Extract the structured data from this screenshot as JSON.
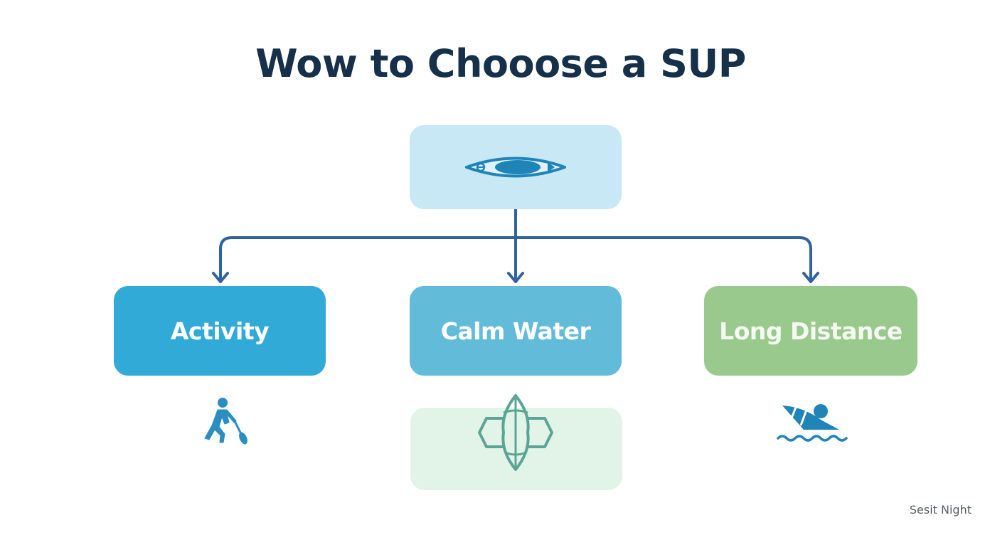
{
  "title": "Wow to Chooose a SUP",
  "nodes": {
    "root": {
      "icon": "sup-board-icon"
    },
    "activity": {
      "label": "Activity",
      "icon": "paddler-icon"
    },
    "calm_water": {
      "label": "Calm Water",
      "icon": "board-fins-icon"
    },
    "long_distance": {
      "label": "Long Distance",
      "icon": "kayaker-waves-icon"
    }
  },
  "edges": [
    {
      "from": "root",
      "to": "activity"
    },
    {
      "from": "root",
      "to": "calm_water"
    },
    {
      "from": "root",
      "to": "long_distance"
    }
  ],
  "colors": {
    "title": "#16304a",
    "arrow": "#2f63a0",
    "root_box": "#c9e8f5",
    "activity_box": "#31aad7",
    "calm_water_box": "#62bbd8",
    "long_distance_box": "#9ac98e",
    "bottom_box": "#e2f3e7",
    "icon_blue": "#1f84b8",
    "icon_teal": "#5aa595"
  },
  "watermark": "Sesit Night"
}
